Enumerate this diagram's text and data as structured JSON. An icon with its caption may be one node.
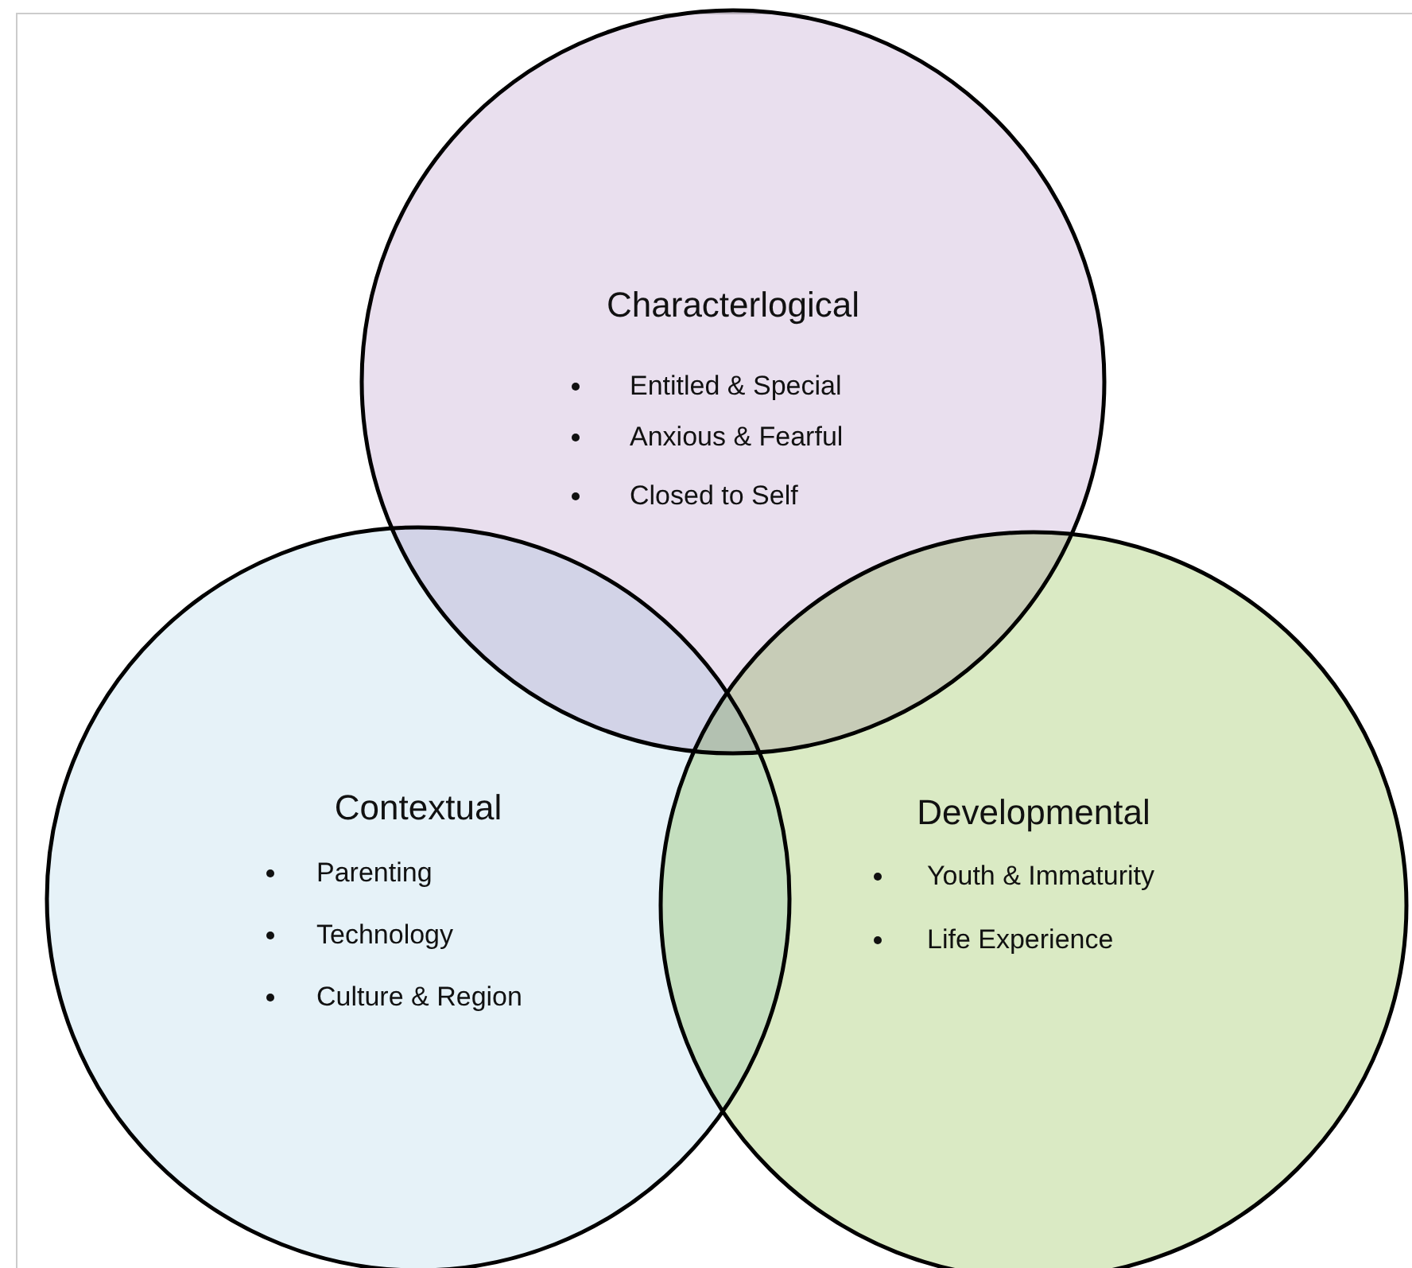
{
  "diagram": {
    "nodes": [
      {
        "text": [
          "Characterlogical",
          "Entitled & Special",
          "Anxious & Fearful",
          "Closed to Self"
        ]
      },
      {
        "text": [
          "Contextual",
          "Parenting",
          "Technology",
          "Culture & Region"
        ]
      },
      {
        "text": [
          "Developmental",
          "Youth & Immaturity",
          "Life Experience"
        ]
      }
    ]
  }
}
